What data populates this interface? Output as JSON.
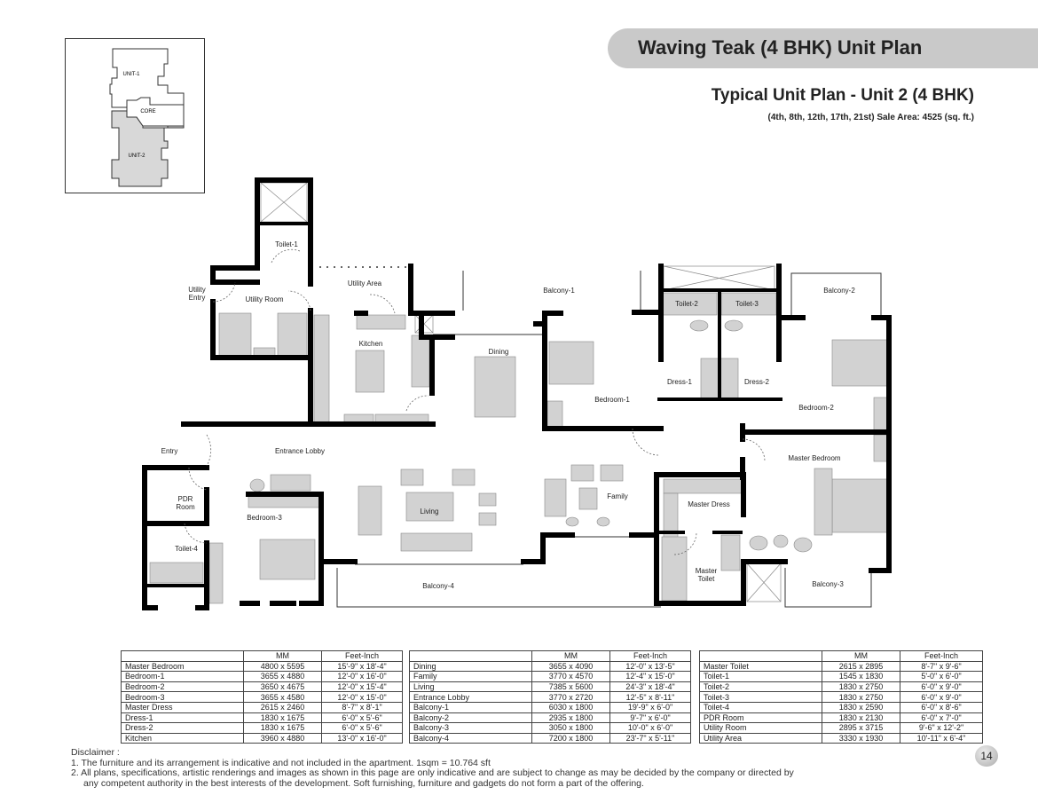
{
  "header": {
    "title": "Waving Teak (4 BHK) Unit Plan",
    "subtitle": "Typical Unit Plan - Unit 2 (4 BHK)",
    "info": "(4th, 8th, 12th, 17th, 21st)  Sale Area: 4525 (sq. ft.)"
  },
  "keyplan": {
    "unit1": "UNIT-1",
    "core": "CORE",
    "unit2": "UNIT-2"
  },
  "rooms": {
    "toilet1": "Toilet-1",
    "utility_entry_1": "Utility",
    "utility_entry_2": "Entry",
    "utility_room": "Utility Room",
    "utility_area": "Utility Area",
    "kitchen": "Kitchen",
    "dining": "Dining",
    "balcony1": "Balcony-1",
    "toilet2": "Toilet-2",
    "toilet3": "Toilet-3",
    "balcony2": "Balcony-2",
    "dress1": "Dress-1",
    "dress2": "Dress-2",
    "bedroom1": "Bedroom-1",
    "bedroom2": "Bedroom-2",
    "entry": "Entry",
    "entrance_lobby": "Entrance Lobby",
    "master_bedroom": "Master Bedroom",
    "pdr_1": "PDR",
    "pdr_2": "Room",
    "bedroom3": "Bedroom-3",
    "living": "Living",
    "family": "Family",
    "master_dress": "Master Dress",
    "toilet4": "Toilet-4",
    "master_toilet_1": "Master",
    "master_toilet_2": "Toilet",
    "balcony4": "Balcony-4",
    "balcony3": "Balcony-3"
  },
  "tables": [
    {
      "headers": [
        "",
        "MM",
        "Feet-Inch"
      ],
      "rows": [
        [
          "Master Bedroom",
          "4800 x 5595",
          "15'-9\" x 18'-4\""
        ],
        [
          "Bedroom-1",
          "3655 x 4880",
          "12'-0\" x 16'-0\""
        ],
        [
          "Bedroom-2",
          "3650 x 4675",
          "12'-0\" x 15'-4\""
        ],
        [
          "Bedroom-3",
          "3655 x 4580",
          "12'-0\" x 15'-0\""
        ],
        [
          "Master Dress",
          "2615 x 2460",
          "8'-7\" x 8'-1\""
        ],
        [
          "Dress-1",
          "1830 x 1675",
          "6'-0\" x 5'-6\""
        ],
        [
          "Dress-2",
          "1830 x 1675",
          "6'-0\" x 5'-6\""
        ],
        [
          "Kitchen",
          "3960 x 4880",
          "13'-0\" x 16'-0\""
        ]
      ]
    },
    {
      "headers": [
        "",
        "MM",
        "Feet-Inch"
      ],
      "rows": [
        [
          "Dining",
          "3655 x 4090",
          "12'-0\" x 13'-5\""
        ],
        [
          "Family",
          "3770 x 4570",
          "12'-4\" x 15'-0\""
        ],
        [
          "Living",
          "7385 x 5600",
          "24'-3\" x 18'-4\""
        ],
        [
          "Entrance Lobby",
          "3770 x 2720",
          "12'-5\" x 8'-11\""
        ],
        [
          "Balcony-1",
          "6030 x 1800",
          "19'-9\" x 6'-0\""
        ],
        [
          "Balcony-2",
          "2935 x 1800",
          "9'-7\" x 6'-0\""
        ],
        [
          "Balcony-3",
          "3050 x 1800",
          "10'-0\" x 6'-0\""
        ],
        [
          "Balcony-4",
          "7200 x 1800",
          "23'-7\" x 5'-11\""
        ]
      ]
    },
    {
      "headers": [
        "",
        "MM",
        "Feet-Inch"
      ],
      "rows": [
        [
          "Master Toilet",
          "2615 x 2895",
          "8'-7\" x 9'-6\""
        ],
        [
          "Toilet-1",
          "1545 x 1830",
          "5'-0\" x 6'-0\""
        ],
        [
          "Toilet-2",
          "1830 x 2750",
          "6'-0\" x 9'-0\""
        ],
        [
          "Toilet-3",
          "1830 x 2750",
          "6'-0\" x 9'-0\""
        ],
        [
          "Toilet-4",
          "1830 x 2590",
          "6'-0\" x 8'-6\""
        ],
        [
          "PDR Room",
          "1830 x 2130",
          "6'-0\" x 7'-0\""
        ],
        [
          "Utility Room",
          "2895 x 3715",
          "9'-6\" x 12'-2\""
        ],
        [
          "Utility Area",
          "3330 x 1930",
          "10'-11\" x 6'-4\""
        ]
      ]
    }
  ],
  "disclaimer": {
    "heading": "Disclaimer :",
    "line1": "1. The furniture and its arrangement is indicative and not included in the apartment. 1sqm = 10.764 sft",
    "line2a": "2. All plans, specifications, artistic renderings and images as shown in this page are only indicative and are subject to change as may be decided by the company or directed by",
    "line2b": "any competent authority in the best interests of the development. Soft furnishing, furniture and gadgets do not form a part of the offering."
  },
  "page_number": "14"
}
